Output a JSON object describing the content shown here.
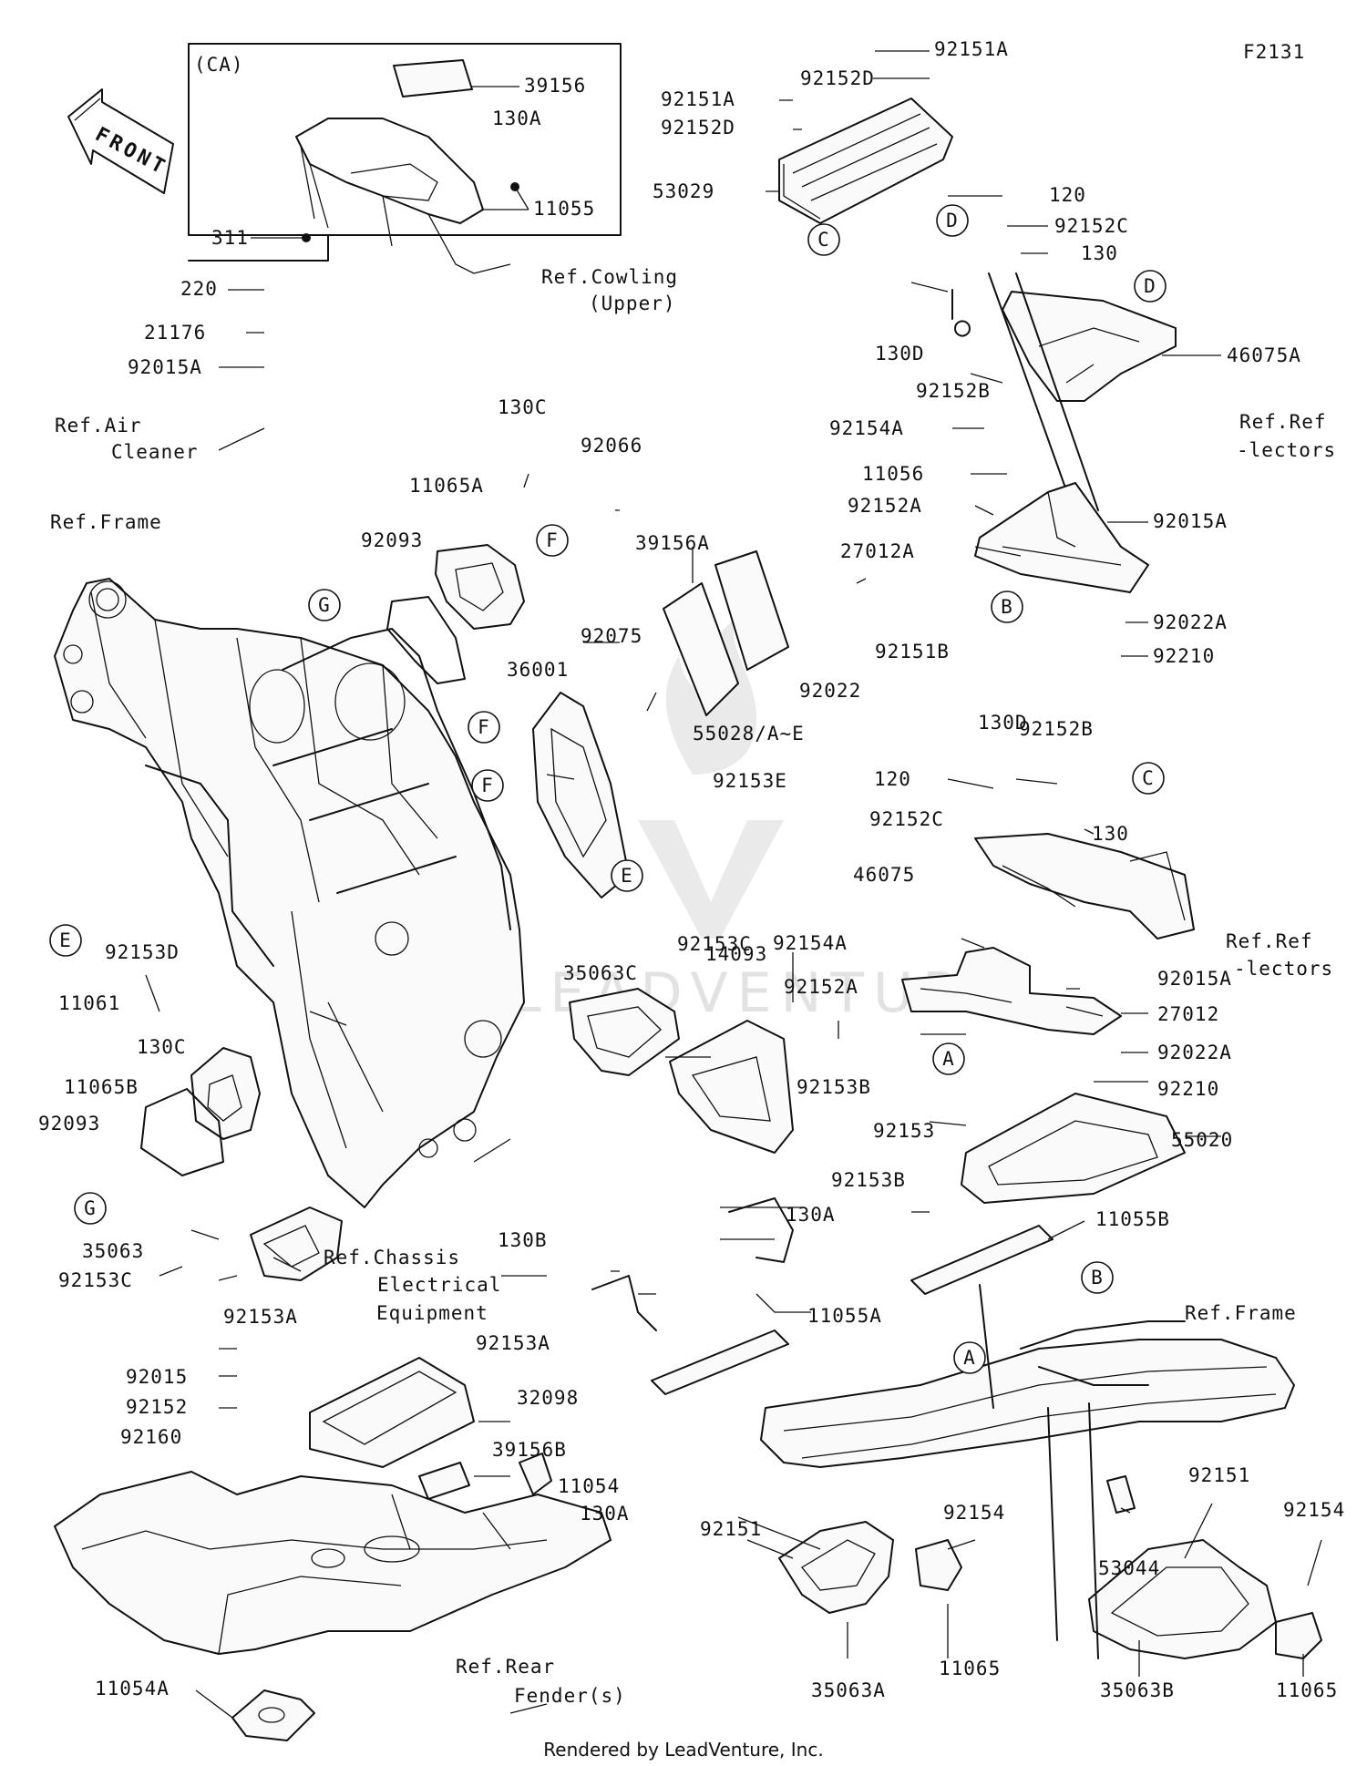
{
  "figure_code": "F2131",
  "front_label": "FRONT",
  "inset_label": "(CA)",
  "footer": "Rendered by LeadVenture, Inc.",
  "watermark": "LEADVENTURE",
  "labels": [
    {
      "text": "92151A"
    },
    {
      "text": "92152D"
    },
    {
      "text": "92151A"
    },
    {
      "text": "92152D"
    },
    {
      "text": "53029"
    },
    {
      "text": "120"
    },
    {
      "text": "92152C"
    },
    {
      "text": "130"
    },
    {
      "text": "130D"
    },
    {
      "text": "92152B"
    },
    {
      "text": "46075A"
    },
    {
      "text": "Ref.Ref"
    },
    {
      "text": "-lectors"
    },
    {
      "text": "92154A"
    },
    {
      "text": "11056"
    },
    {
      "text": "92152A"
    },
    {
      "text": "92015A"
    },
    {
      "text": "27012A"
    },
    {
      "text": "92022A"
    },
    {
      "text": "92210"
    },
    {
      "text": "39156"
    },
    {
      "text": "130A"
    },
    {
      "text": "11055"
    },
    {
      "text": "311"
    },
    {
      "text": "Ref.Cowling"
    },
    {
      "text": "(Upper)"
    },
    {
      "text": "220"
    },
    {
      "text": "21176"
    },
    {
      "text": "92015A"
    },
    {
      "text": "Ref.Air"
    },
    {
      "text": "Cleaner"
    },
    {
      "text": "130C"
    },
    {
      "text": "92066"
    },
    {
      "text": "11065A"
    },
    {
      "text": "92093"
    },
    {
      "text": "Ref.Frame"
    },
    {
      "text": "39156A"
    },
    {
      "text": "92075"
    },
    {
      "text": "36001"
    },
    {
      "text": "92022"
    },
    {
      "text": "92151B"
    },
    {
      "text": "55028/A~E"
    },
    {
      "text": "92153E"
    },
    {
      "text": "130D"
    },
    {
      "text": "92152B"
    },
    {
      "text": "120"
    },
    {
      "text": "92152C"
    },
    {
      "text": "130"
    },
    {
      "text": "46075"
    },
    {
      "text": "Ref.Ref"
    },
    {
      "text": "-lectors"
    },
    {
      "text": "92154A"
    },
    {
      "text": "92152A"
    },
    {
      "text": "92015A"
    },
    {
      "text": "27012"
    },
    {
      "text": "92022A"
    },
    {
      "text": "92210"
    },
    {
      "text": "92153D"
    },
    {
      "text": "11061"
    },
    {
      "text": "92153C"
    },
    {
      "text": "35063C"
    },
    {
      "text": "14093"
    },
    {
      "text": "92153B"
    },
    {
      "text": "130C"
    },
    {
      "text": "11065B"
    },
    {
      "text": "92093"
    },
    {
      "text": "92153"
    },
    {
      "text": "55020"
    },
    {
      "text": "92153B"
    },
    {
      "text": "35063"
    },
    {
      "text": "92153C"
    },
    {
      "text": "Ref.Chassis"
    },
    {
      "text": "Electrical"
    },
    {
      "text": "Equipment"
    },
    {
      "text": "130B"
    },
    {
      "text": "130A"
    },
    {
      "text": "11055B"
    },
    {
      "text": "11055A"
    },
    {
      "text": "92153A"
    },
    {
      "text": "92153A"
    },
    {
      "text": "32098"
    },
    {
      "text": "39156B"
    },
    {
      "text": "92015"
    },
    {
      "text": "92152"
    },
    {
      "text": "92160"
    },
    {
      "text": "11054"
    },
    {
      "text": "130A"
    },
    {
      "text": "Ref.Frame"
    },
    {
      "text": "92151"
    },
    {
      "text": "92151"
    },
    {
      "text": "92154"
    },
    {
      "text": "53044"
    },
    {
      "text": "92154"
    },
    {
      "text": "11054A"
    },
    {
      "text": "Ref.Rear"
    },
    {
      "text": "Fender(s)"
    },
    {
      "text": "35063A"
    },
    {
      "text": "11065"
    },
    {
      "text": "35063B"
    },
    {
      "text": "11065"
    }
  ],
  "callouts": [
    "C",
    "D",
    "D",
    "B",
    "F",
    "G",
    "F",
    "F",
    "E",
    "E",
    "C",
    "A",
    "G",
    "B",
    "A"
  ]
}
